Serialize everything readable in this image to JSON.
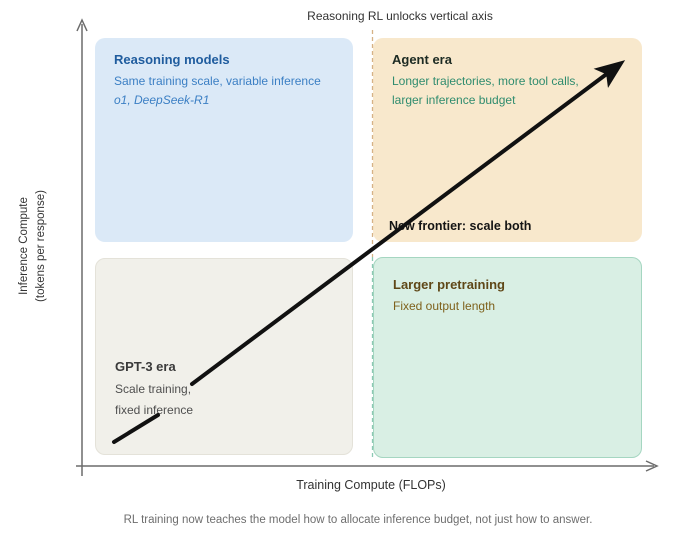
{
  "top_label": "Reasoning RL unlocks vertical axis",
  "axes": {
    "y_label_line1": "Inference Compute",
    "y_label_line2": "(tokens per response)",
    "x_label": "Training Compute (FLOPs)"
  },
  "quadrants": {
    "top_left": {
      "title": "Reasoning models",
      "line1": "Same training scale, variable inference",
      "line2": "o1, DeepSeek-R1"
    },
    "top_right": {
      "title": "Agent era",
      "line1": "Longer trajectories, more tool calls,",
      "line2": "larger inference budget"
    },
    "bottom_left": {
      "title": "GPT-3 era",
      "line1": "Scale training,",
      "line2": "fixed inference"
    },
    "bottom_right": {
      "title": "Larger pretraining",
      "line1": "Fixed output length"
    }
  },
  "annotations": {
    "frontier": "New frontier: scale both"
  },
  "caption": "RL training now teaches the model how to allocate inference budget, not just how to answer.",
  "icons": {
    "growth_arrow": "diagonal-growth-arrow",
    "y_axis_arrow": "up-arrow",
    "x_axis_arrow": "right-arrow",
    "boundary": "vertical-dashed-line"
  },
  "colors": {
    "blue_bg": "#dbe9f7",
    "blue_title": "#1f5c9e",
    "blue_text": "#3b7fc4",
    "orange_bg": "#f8e8cc",
    "agent_title": "#1d2b23",
    "agent_text": "#2f8c6e",
    "green_bg": "#d9efe4",
    "green_border": "#a5d6c1",
    "green_title": "#5f4717",
    "green_text": "#7e611c",
    "gray_bg": "#f1f0ea",
    "gray_border": "#e4e2d9",
    "gray_title": "#3a3a3a",
    "gray_text": "#4f4f4f",
    "frontier_text": "#141414",
    "arrow": "#111111",
    "dashed_top": "#d6b286",
    "dashed_bottom": "#8cc9b3",
    "axis": "#6b6b6b",
    "label_text": "#333333",
    "caption_text": "#6e6e6e"
  }
}
